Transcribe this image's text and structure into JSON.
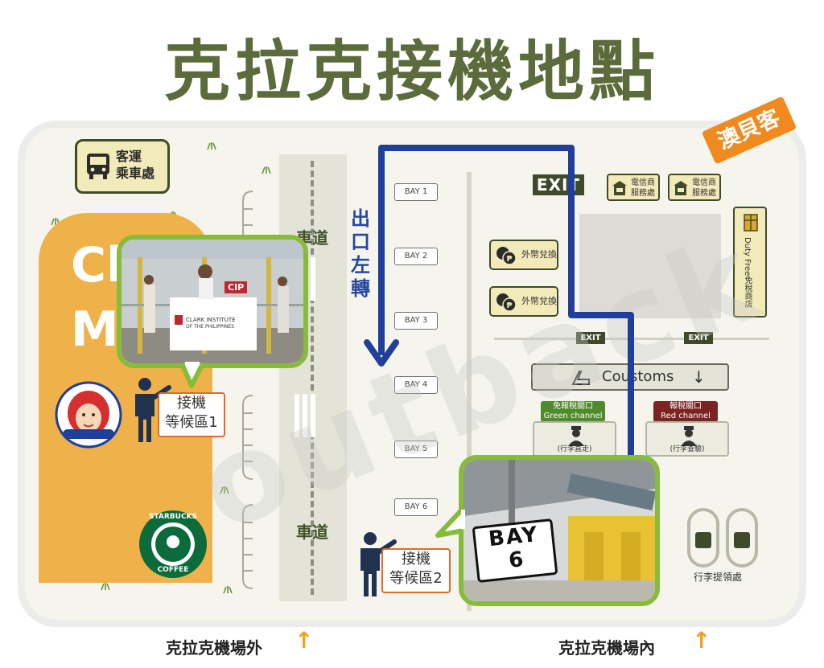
{
  "title": "克拉克接機地點",
  "brand_badge": "澳貝客",
  "watermark": "outback",
  "bus_stop": {
    "line1": "客運",
    "line2": "乘車處",
    "icon": "bus-icon"
  },
  "mall": {
    "line1": "Cl",
    "line2": "M"
  },
  "road_label_top": "車道",
  "road_label_bottom": "車道",
  "turn_instruction": "出口左轉",
  "bays": [
    "BAY 1",
    "BAY 2",
    "BAY 3",
    "BAY 4",
    "BAY 5",
    "BAY 6"
  ],
  "exit_main": "EXIT",
  "service_desks": [
    "電信商服務處",
    "電信商服務處"
  ],
  "duty_free": "Duty Free免稅商店",
  "currency_exchange": [
    "外幣兌換",
    "外幣兌換"
  ],
  "exit_small": [
    "EXIT",
    "EXIT"
  ],
  "customs": "Coustoms",
  "green_channel": {
    "zh": "免報稅關口",
    "en": "Green channel",
    "note": "(行李直走)"
  },
  "red_channel": {
    "zh": "報稅關口",
    "en": "Red channel",
    "note": "(行李查驗)"
  },
  "baggage_claim": "行李提領處",
  "wait_area_1": {
    "line1": "接機",
    "line2": "等候區1"
  },
  "wait_area_2": {
    "line1": "接機",
    "line2": "等候區2"
  },
  "photo1": {
    "sign_logo": "CIP",
    "sign_line1": "CLARK INSTITUTE",
    "sign_line2": "OF THE PHILIPPINES"
  },
  "photo2": {
    "sign_line1": "BAY",
    "sign_line2": "6"
  },
  "starbucks": {
    "line1": "STARBUCKS",
    "line2": "COFFEE"
  },
  "bottom_left": "克拉克機場外",
  "bottom_right": "克拉克機場內",
  "arrow_glyph": "↑",
  "colors": {
    "title": "#5c6b3b",
    "route": "#1f3f9a",
    "bubble": "#86bc3a",
    "mall": "#efb24a",
    "badge": "#f08a1e"
  }
}
